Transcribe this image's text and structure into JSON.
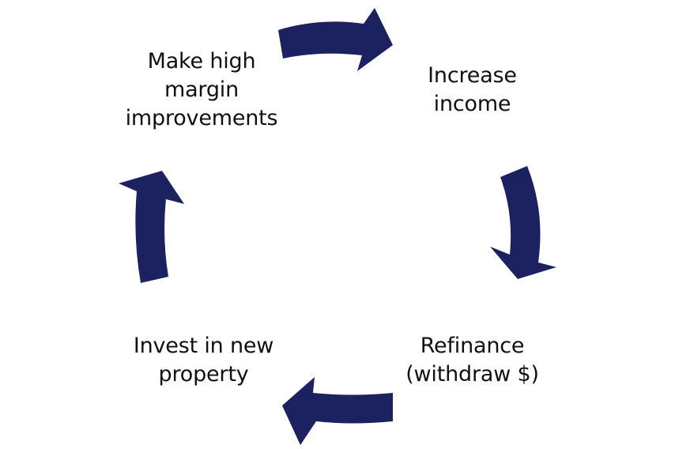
{
  "diagram": {
    "arrow_color": "#1c2260",
    "steps": [
      {
        "label": "Make high\nmargin\nimprovements"
      },
      {
        "label": "Increase\nincome"
      },
      {
        "label": "Refinance\n(withdraw $)"
      },
      {
        "label": "Invest in new\nproperty"
      }
    ]
  }
}
